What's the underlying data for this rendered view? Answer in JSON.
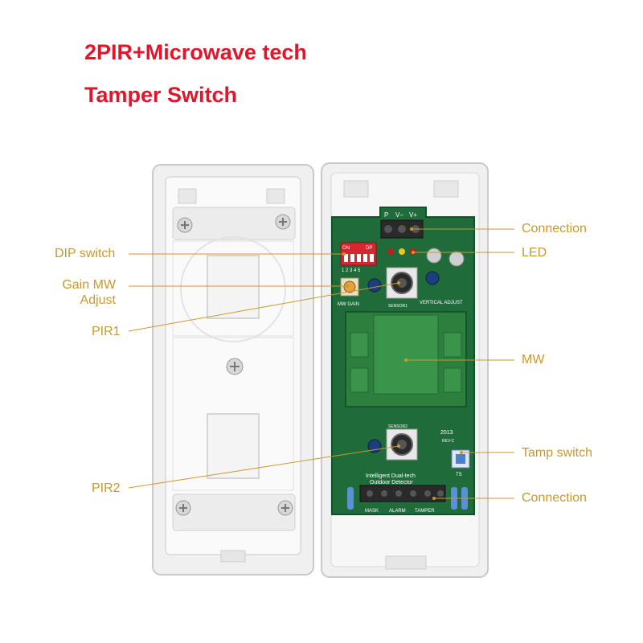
{
  "headings": {
    "line1": "2PIR+Microwave tech",
    "line2": "Tamper Switch"
  },
  "callouts_left": {
    "dip_switch": "DIP switch",
    "gain_mw_line1": "Gain MW",
    "gain_mw_line2": "Adjust",
    "pir1": "PIR1",
    "pir2": "PIR2"
  },
  "callouts_right": {
    "connection_top": "Connection",
    "led": "LED",
    "mw": "MW",
    "tamp_switch": "Tamp switch",
    "connection_bottom": "Connection"
  },
  "board_text": {
    "terminal_top": [
      "P",
      "V−",
      "V+"
    ],
    "dip_on": "ON",
    "dip_label": "DP",
    "dip_numbers": "1 2 3 4 5",
    "mw_gain": "MW GAIN",
    "vertical_adjust": "VERTICAL ADJUST",
    "sensor1": "SENSOR1",
    "sensor2": "SENSOR2",
    "year": "2013",
    "rev": "REV-C",
    "ts": "TS",
    "product_line1": "Intelligent Dual-tech",
    "product_line2": "Outdoor Detector",
    "terminal_bottom": [
      "MASK",
      "ALARM",
      "TAMPER"
    ]
  },
  "colors": {
    "heading": "#e3152b",
    "callout": "#c89a2e",
    "pcb": "#1f6b3a",
    "housing": "#f2f2f2"
  }
}
